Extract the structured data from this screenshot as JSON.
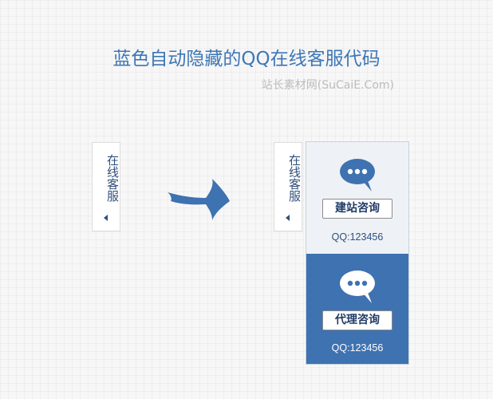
{
  "header": {
    "title": "蓝色自动隐藏的QQ在线客服代码",
    "subtitle": "站长素材网(SuCaiE.Com)"
  },
  "collapsed_tab": {
    "label": "在线客服",
    "arrow_icon": "triangle-left-icon"
  },
  "transition_icon": "arrow-right-icon",
  "expanded": {
    "tab": {
      "label": "在线客服",
      "arrow_icon": "triangle-left-icon"
    },
    "sections": [
      {
        "icon": "chat-bubble-icon",
        "button_label": "建站咨询",
        "qq": "QQ:123456",
        "bg_color": "#eef1f6"
      },
      {
        "icon": "chat-bubble-icon",
        "button_label": "代理咨询",
        "qq": "QQ:123456",
        "bg_color": "#3e72b1"
      }
    ]
  },
  "colors": {
    "accent": "#3e77b6",
    "dark_blue": "#3e72b1"
  }
}
